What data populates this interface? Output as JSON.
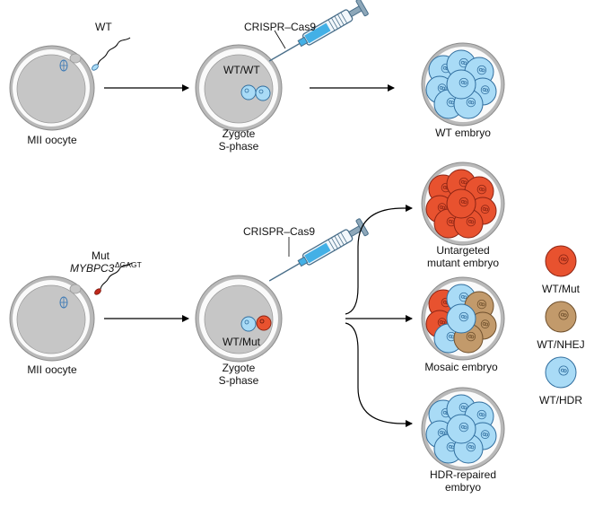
{
  "colors": {
    "zona": "#b9b9b9",
    "cytoplasm": "#c6c6c6",
    "wt_cell": "#a9dbf6",
    "mut_cell": "#e8522f",
    "nhej_cell": "#c29a6b",
    "arrow": "#000000"
  },
  "labels": {
    "wt_sperm": "WT",
    "mut_sperm_line1": "Mut",
    "mut_gene": "MYBPC3",
    "mut_deletion": "ΔGAGT",
    "crispr_top": "CRISPR–Cas9",
    "crispr_bottom": "CRISPR–Cas9",
    "zygote_genotype_top": "WT/WT",
    "zygote_genotype_bottom": "WT/Mut",
    "oocyte_top": "MII oocyte",
    "oocyte_bottom": "MII oocyte",
    "zygote_top_line1": "Zygote",
    "zygote_top_line2": "S-phase",
    "zygote_bottom_line1": "Zygote",
    "zygote_bottom_line2": "S-phase",
    "wt_embryo": "WT embryo",
    "untargeted_line1": "Untargeted",
    "untargeted_line2": "mutant embryo",
    "mosaic": "Mosaic embryo",
    "hdr_line1": "HDR-repaired",
    "hdr_line2": "embryo"
  },
  "legend": [
    {
      "label": "WT/Mut",
      "color": "#e8522f",
      "icon": "mutant-cell-icon"
    },
    {
      "label": "WT/NHEJ",
      "color": "#c29a6b",
      "icon": "nhej-cell-icon"
    },
    {
      "label": "WT/HDR",
      "color": "#a9dbf6",
      "icon": "hdr-cell-icon"
    }
  ]
}
